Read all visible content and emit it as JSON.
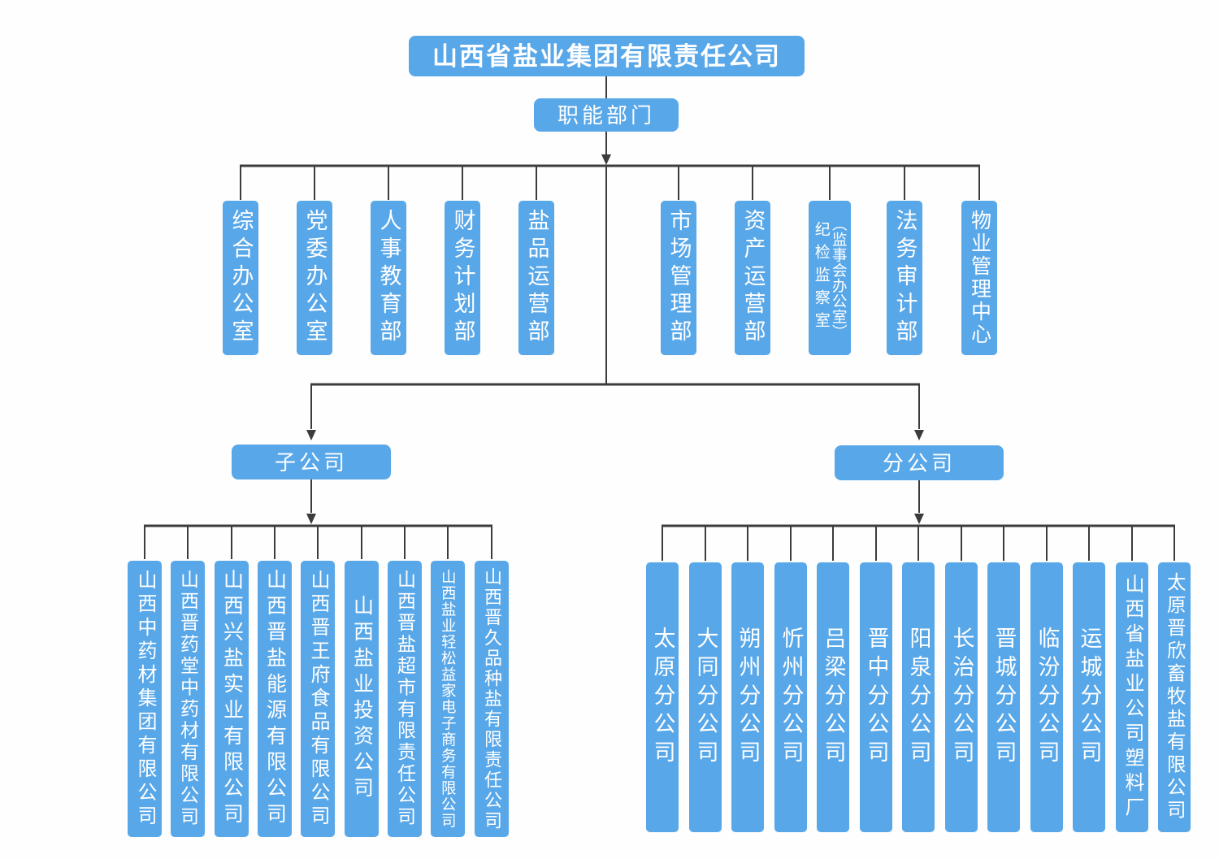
{
  "title": {
    "label": "山西省盐业集团有限责任公司"
  },
  "functional": {
    "label": "职能部门",
    "departments": [
      {
        "label": "综合办公室"
      },
      {
        "label": "党委办公室"
      },
      {
        "label": "人事教育部"
      },
      {
        "label": "财务计划部"
      },
      {
        "label": "盐品运营部"
      },
      {
        "label": "市场管理部"
      },
      {
        "label": "资产运营部"
      },
      {
        "label": "纪检监察室",
        "label_secondary": "（监事会办公室）"
      },
      {
        "label": "法务审计部"
      },
      {
        "label": "物业管理中心"
      }
    ]
  },
  "subsidiaries": {
    "label": "子公司",
    "items": [
      {
        "label": "山西中药材集团有限公司"
      },
      {
        "label": "山西晋药堂中药材有限公司"
      },
      {
        "label": "山西兴盐实业有限公司"
      },
      {
        "label": "山西晋盐能源有限公司"
      },
      {
        "label": "山西晋王府食品有限公司"
      },
      {
        "label": "山西盐业投资公司"
      },
      {
        "label": "山西晋盐超市有限责任公司"
      },
      {
        "label": "山西盐业轻松益家电子商务有限公司"
      },
      {
        "label": "山西晋久品种盐有限责任公司"
      }
    ]
  },
  "branches": {
    "label": "分公司",
    "items": [
      {
        "label": "太原分公司"
      },
      {
        "label": "大同分公司"
      },
      {
        "label": "朔州分公司"
      },
      {
        "label": "忻州分公司"
      },
      {
        "label": "吕梁分公司"
      },
      {
        "label": "晋中分公司"
      },
      {
        "label": "阳泉分公司"
      },
      {
        "label": "长治分公司"
      },
      {
        "label": "晋城分公司"
      },
      {
        "label": "临汾分公司"
      },
      {
        "label": "运城分公司"
      },
      {
        "label": "山西省盐业公司塑料厂"
      },
      {
        "label": "太原晋欣畜牧盐有限公司"
      }
    ]
  },
  "colors": {
    "box_blue": "#58a7e9",
    "line": "#3c3c3c",
    "text": "#ffffff"
  }
}
